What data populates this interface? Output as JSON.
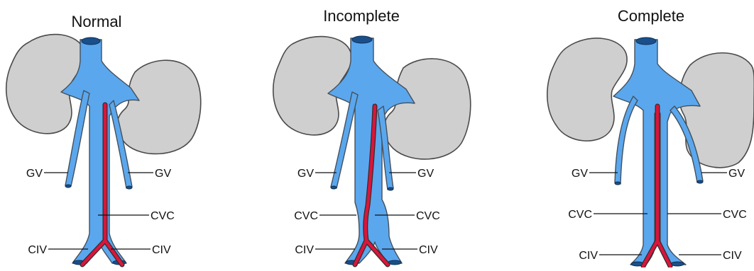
{
  "panels": [
    {
      "title": "Normal",
      "labels": {
        "gv_left": "GV",
        "gv_right": "GV",
        "cvc_right": "CVC",
        "civ_left": "CIV",
        "civ_right": "CIV"
      }
    },
    {
      "title": "Incomplete",
      "labels": {
        "gv_left": "GV",
        "gv_right": "GV",
        "cvc_left": "CVC",
        "cvc_right": "CVC",
        "civ_left": "CIV",
        "civ_right": "CIV"
      }
    },
    {
      "title": "Complete",
      "labels": {
        "gv_left": "GV",
        "gv_right": "GV",
        "cvc_left": "CVC",
        "cvc_right": "CVC",
        "civ_left": "CIV",
        "civ_right": "CIV"
      }
    }
  ],
  "colors": {
    "vein": "#5aa7ee",
    "vein_opening": "#1a4f8a",
    "artery": "#d8163b",
    "kidney": "#cfcfcf"
  }
}
